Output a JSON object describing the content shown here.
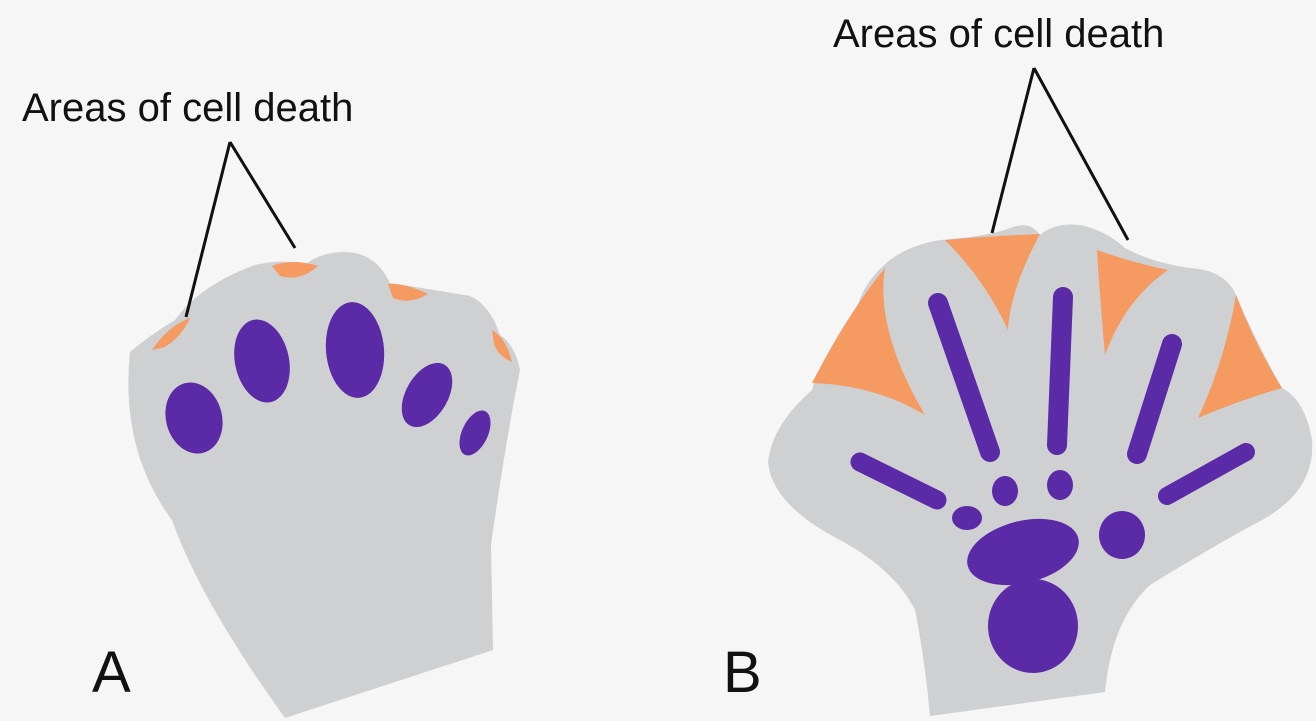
{
  "panels": [
    {
      "id": "A",
      "letter": "A",
      "annotation": "Areas of cell death"
    },
    {
      "id": "B",
      "letter": "B",
      "annotation": "Areas of cell death"
    }
  ],
  "colors": {
    "background": "#f6f6f6",
    "tissue": "#cfd0d2",
    "cell_death": "#f59a61",
    "skeletal_elements": "#5b2aa7",
    "line": "#111111"
  }
}
